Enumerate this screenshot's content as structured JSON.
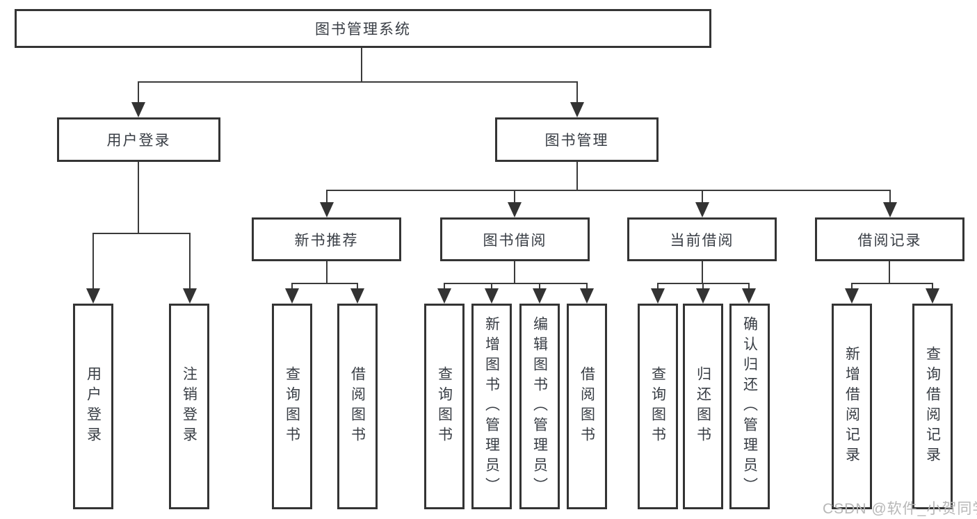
{
  "colors": {
    "line": "#3a3a3a",
    "box_border": "#343434",
    "text": "#383d44",
    "watermark": "#b7b7b7",
    "background": "#ffffff"
  },
  "root": {
    "label": "图书管理系统"
  },
  "branches": [
    {
      "label": "用户登录",
      "children": [
        {
          "label": "用户登录"
        },
        {
          "label": "注销登录"
        }
      ]
    },
    {
      "label": "图书管理",
      "children": [
        {
          "label": "新书推荐",
          "children": [
            {
              "label": "查询图书"
            },
            {
              "label": "借阅图书"
            }
          ]
        },
        {
          "label": "图书借阅",
          "children": [
            {
              "label": "查询图书"
            },
            {
              "label": "新增图书（管理员）"
            },
            {
              "label": "编辑图书（管理员）"
            },
            {
              "label": "借阅图书"
            }
          ]
        },
        {
          "label": "当前借阅",
          "children": [
            {
              "label": "查询图书"
            },
            {
              "label": "归还图书"
            },
            {
              "label": "确认归还（管理员）"
            }
          ]
        },
        {
          "label": "借阅记录",
          "children": [
            {
              "label": "新增借阅记录"
            },
            {
              "label": "查询借阅记录"
            }
          ]
        }
      ]
    }
  ],
  "watermark": "CSDN @软件_小贺同学"
}
